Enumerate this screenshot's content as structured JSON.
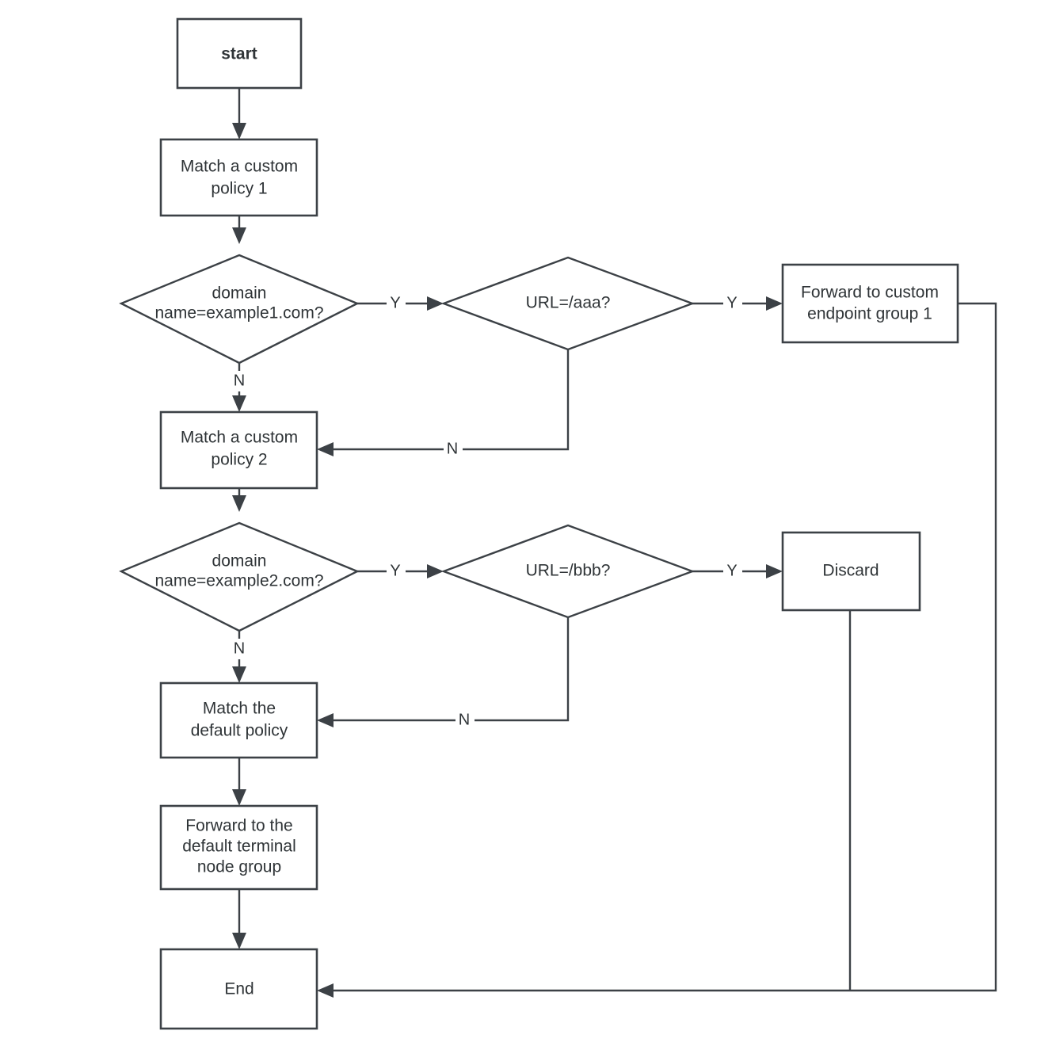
{
  "diagram": {
    "type": "flowchart",
    "title": "Request matching and forwarding policy flow",
    "background_color": "#ffffff",
    "stroke_color": "#3c4146",
    "text_color": "#2f3437",
    "nodes": [
      {
        "id": "start",
        "shape": "rect",
        "label": "start",
        "bold": true
      },
      {
        "id": "policy1",
        "shape": "rect",
        "label": "Match a custom\npolicy 1",
        "bold": false
      },
      {
        "id": "domain1",
        "shape": "diamond",
        "label": "domain\nname=example1.com?",
        "bold": false
      },
      {
        "id": "url_aaa",
        "shape": "diamond",
        "label": "URL=/aaa?",
        "bold": false
      },
      {
        "id": "forward1",
        "shape": "rect",
        "label": "Forward to custom\nendpoint group 1",
        "bold": false
      },
      {
        "id": "policy2",
        "shape": "rect",
        "label": "Match a custom\npolicy 2",
        "bold": false
      },
      {
        "id": "domain2",
        "shape": "diamond",
        "label": "domain\nname=example2.com?",
        "bold": false
      },
      {
        "id": "url_bbb",
        "shape": "diamond",
        "label": "URL=/bbb?",
        "bold": false
      },
      {
        "id": "discard",
        "shape": "rect",
        "label": "Discard",
        "bold": false
      },
      {
        "id": "defpolicy",
        "shape": "rect",
        "label": "Match the\ndefault policy",
        "bold": false
      },
      {
        "id": "defforward",
        "shape": "rect",
        "label": "Forward to the\ndefault terminal\nnode group",
        "bold": false
      },
      {
        "id": "end",
        "shape": "rect",
        "label": "End",
        "bold": false
      }
    ],
    "edge_labels": {
      "domain1_yes": "Y",
      "domain1_no": "N",
      "url_aaa_yes": "Y",
      "url_aaa_no": "N",
      "domain2_yes": "Y",
      "domain2_no": "N",
      "url_bbb_yes": "Y",
      "url_bbb_no": "N"
    },
    "node_labels": {
      "start": "start",
      "policy1_line1": "Match a custom",
      "policy1_line2": "policy 1",
      "domain1_line1": "domain",
      "domain1_line2": "name=example1.com?",
      "url_aaa": "URL=/aaa?",
      "forward1_line1": "Forward to custom",
      "forward1_line2": "endpoint group 1",
      "policy2_line1": "Match a custom",
      "policy2_line2": "policy 2",
      "domain2_line1": "domain",
      "domain2_line2": "name=example2.com?",
      "url_bbb": "URL=/bbb?",
      "discard": "Discard",
      "defpolicy_line1": "Match the",
      "defpolicy_line2": "default policy",
      "defforward_line1": "Forward to the",
      "defforward_line2": "default terminal",
      "defforward_line3": "node group",
      "end": "End"
    }
  }
}
